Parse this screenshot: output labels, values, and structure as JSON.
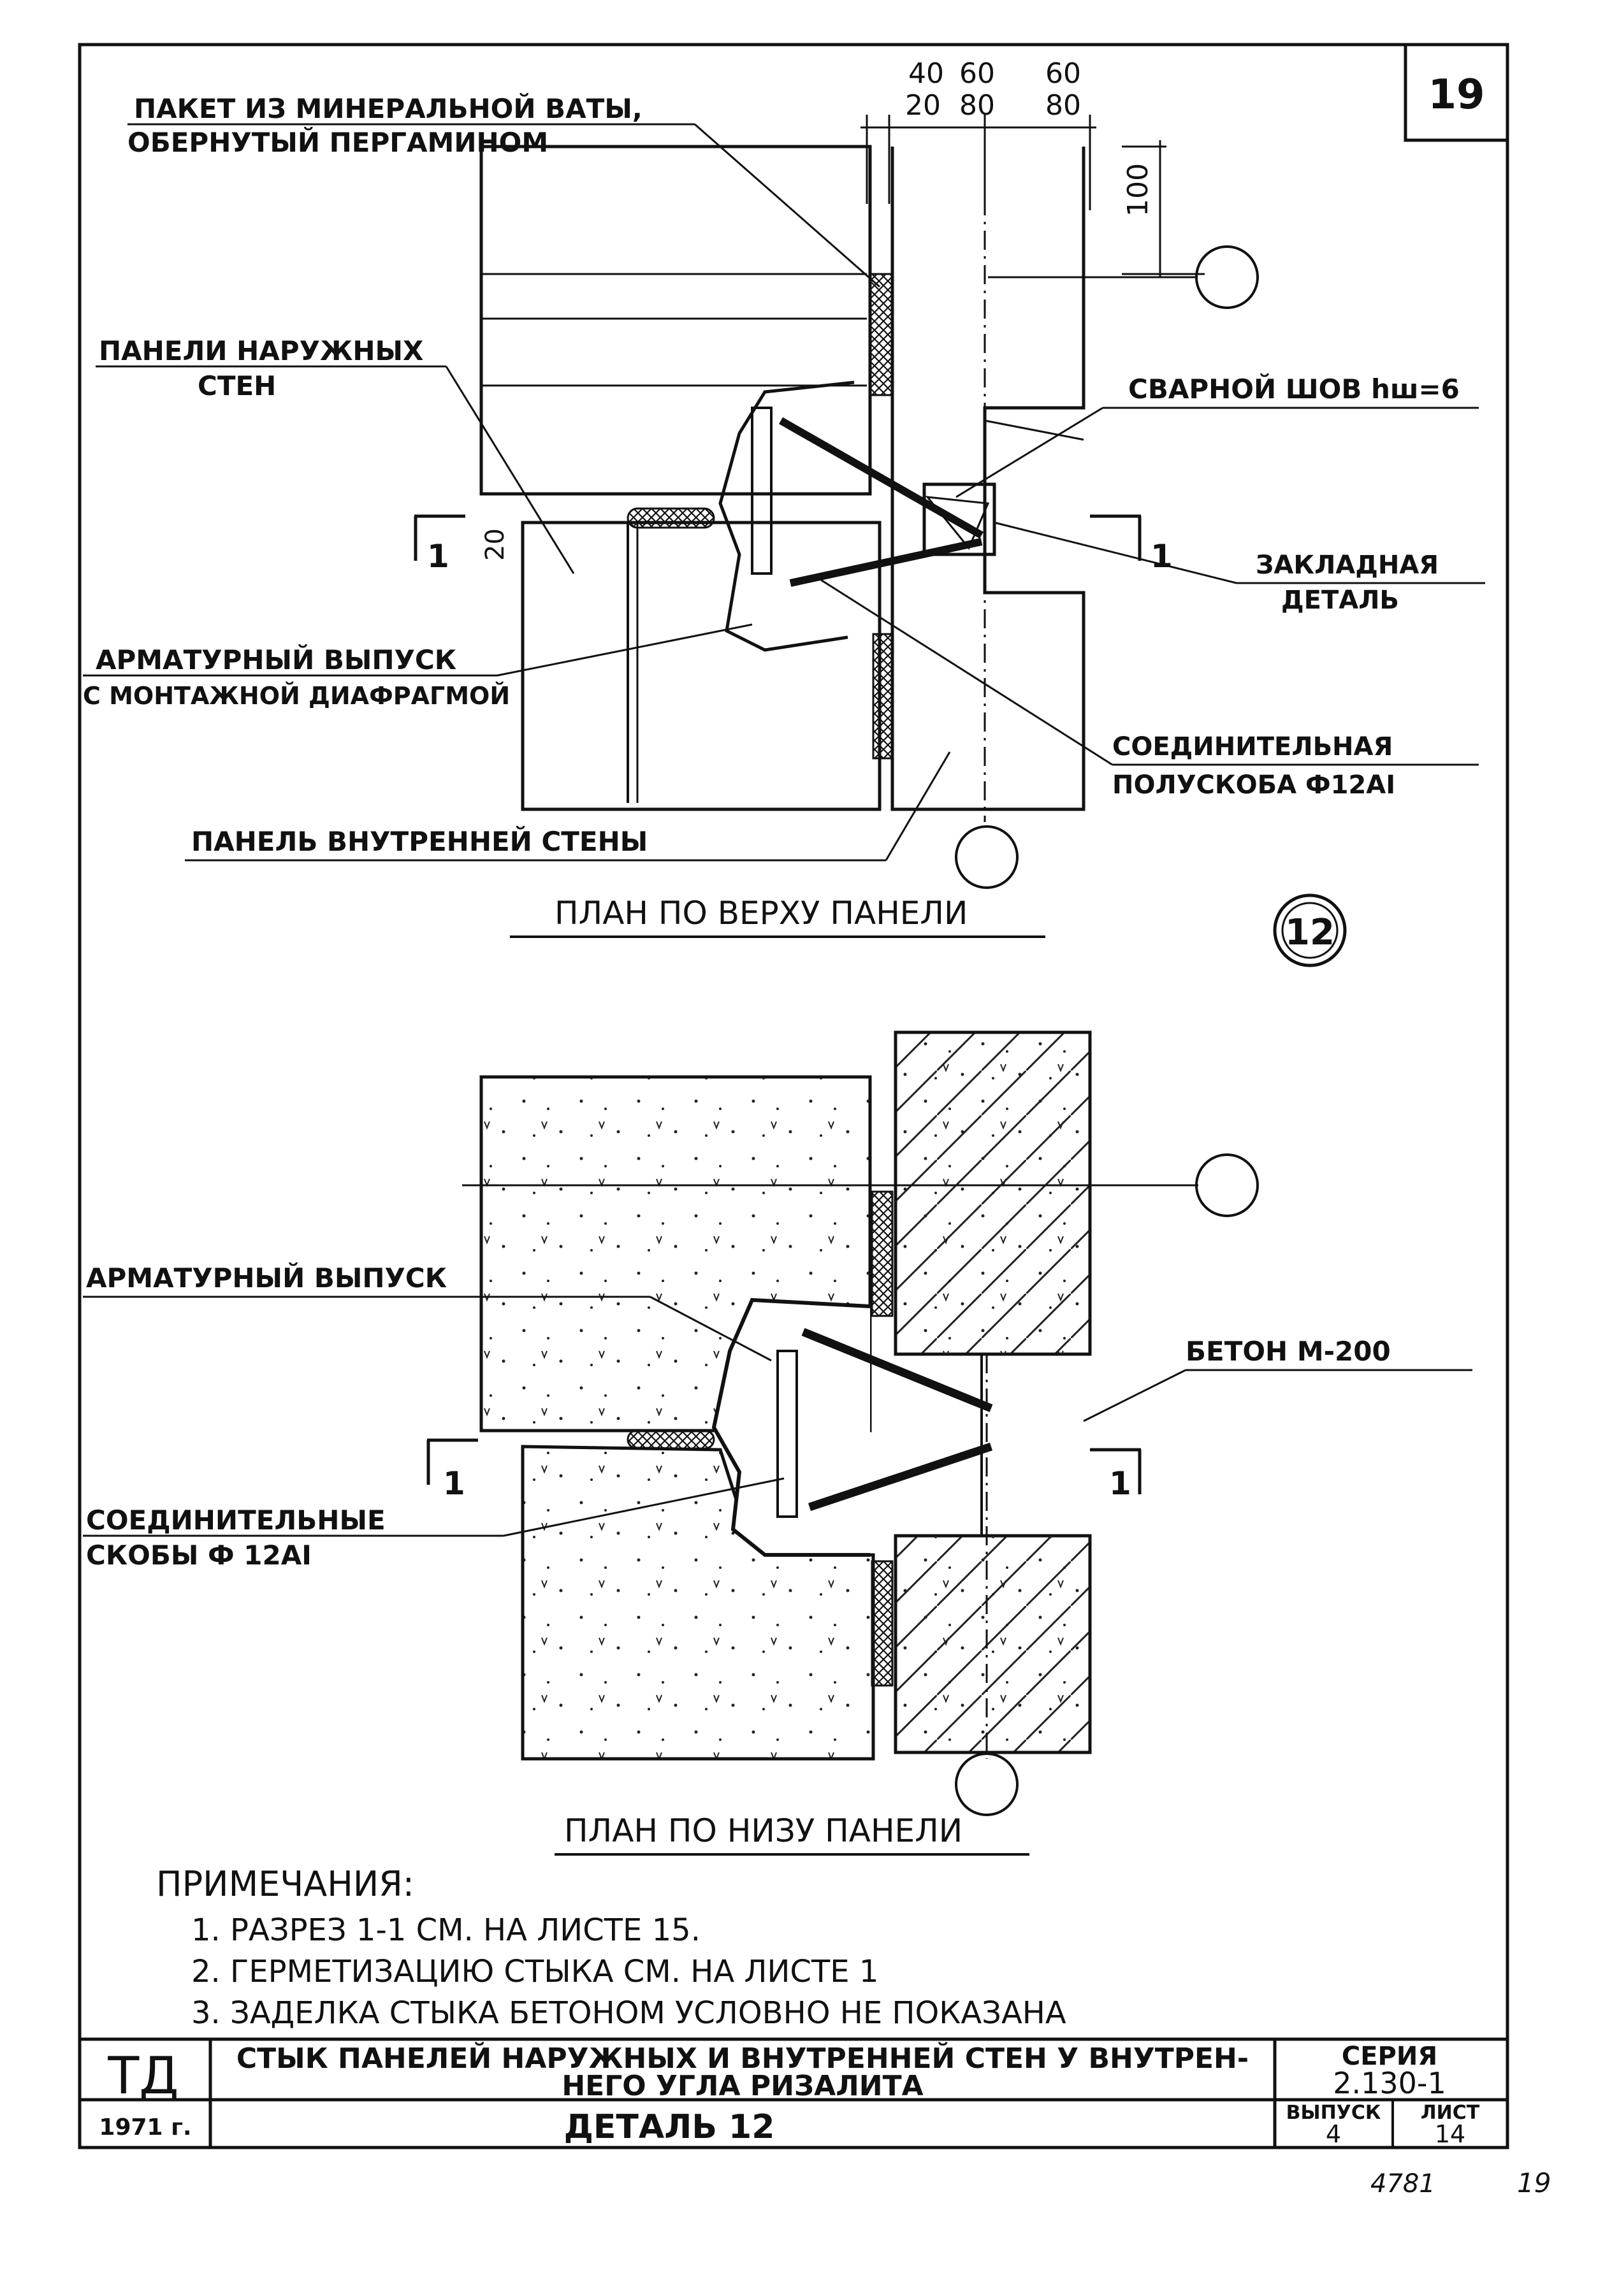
{
  "sheet_number": "19",
  "detail_number": "12",
  "top_dimensions": {
    "row1": [
      "40",
      "60",
      "60"
    ],
    "row2": [
      "20",
      "80",
      "80"
    ],
    "vertical": "100",
    "gap": "20"
  },
  "top_plan": {
    "title": "ПЛАН ПО ВЕРХУ ПАНЕЛИ",
    "label_wool_1": "ПАКЕТ ИЗ МИНЕРАЛЬНОЙ  ВАТЫ,",
    "label_wool_2": "ОБЕРНУТЫЙ ПЕРГАМИНОМ",
    "label_outer_1": "ПАНЕЛИ НАРУЖНЫХ",
    "label_outer_2": "СТЕН",
    "label_weld": "СВАРНОЙ ШОВ hш=6",
    "label_embed_1": "ЗАКЛАДНАЯ",
    "label_embed_2": "ДЕТАЛЬ",
    "label_rebar_1": "АРМАТУРНЫЙ ВЫПУСК",
    "label_rebar_2": "С МОНТАЖНОЙ ДИАФРАГМОЙ",
    "label_bracket_1": "СОЕДИНИТЕЛЬНАЯ",
    "label_bracket_2": "ПОЛУСКОБА Ф12АI",
    "label_inner": "ПАНЕЛЬ ВНУТРЕННЕЙ СТЕНЫ",
    "section_mark": "1"
  },
  "bottom_plan": {
    "title": "ПЛАН ПО НИЗУ ПАНЕЛИ",
    "label_rebar": "АРМАТУРНЫЙ ВЫПУСК",
    "label_concrete": "БЕТОН М-200",
    "label_brackets_1": "СОЕДИНИТЕЛЬНЫЕ",
    "label_brackets_2": "СКОБЫ Ф 12АI",
    "section_mark": "1"
  },
  "notes": {
    "heading": "ПРИМЕЧАНИЯ:",
    "items": [
      "1. РАЗРЕЗ 1-1 СМ. НА ЛИСТЕ 15.",
      "2. ГЕРМЕТИЗАЦИЮ СТЫКА СМ. НА ЛИСТЕ 1",
      "3. ЗАДЕЛКА СТЫКА БЕТОНОМ УСЛОВНО НЕ ПОКАЗАНА"
    ]
  },
  "title_block": {
    "org": "ТД",
    "year": "1971 г.",
    "title_line1": "СТЫК ПАНЕЛЕЙ НАРУЖНЫХ И ВНУТРЕННЕЙ СТЕН У ВНУТРЕН-",
    "title_line2": "НЕГО УГЛА РИЗАЛИТА",
    "detail": "ДЕТАЛЬ 12",
    "series_label": "СЕРИЯ",
    "series_value": "2.130-1",
    "issue_label": "ВЫПУСК",
    "issue_value": "4",
    "sheet_label": "ЛИСТ",
    "sheet_value": "14"
  },
  "footer": {
    "inventory": "4781",
    "page": "19"
  }
}
